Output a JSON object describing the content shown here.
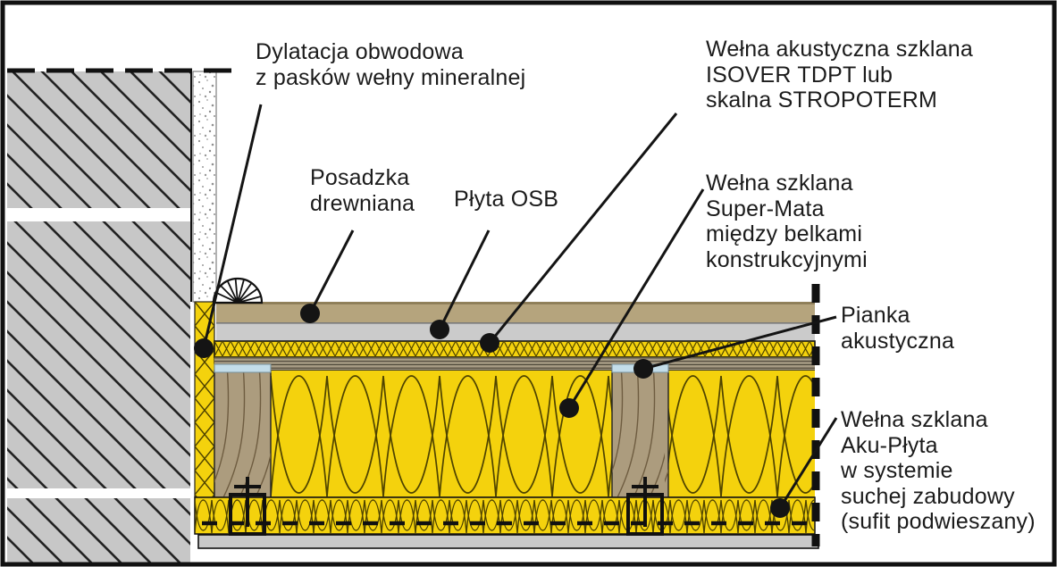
{
  "figure": {
    "type": "construction detail cross-section (wooden floor acoustic insulation)",
    "language": "pl"
  },
  "labels": {
    "dylatacja": "Dylatacja obwodowa\nz pasków wełny mineralnej",
    "isover": "Wełna akustyczna szklana\nISOVER TDPT lub\nskalna STROPOTERM",
    "posadzka": "Posadzka\ndrewniana",
    "osb": "Płyta OSB",
    "supermata": "Wełna szklana\nSuper-Mata\nmiędzy belkami\nkonstrukcyjnymi",
    "pianka": "Pianka\nakustyczna",
    "akuplyta": "Wełna szklana\nAku-Płyta\nw systemie\nsuchej zabudowy\n(sufit podwieszany)"
  },
  "colors": {
    "wool_yellow": "#f4d20d",
    "wood_floor": "#b5a47d",
    "osb_gray": "#cbcbcb",
    "battens": "#a89c85",
    "beam_wood": "#ac9c7e",
    "foam_blue": "#c3dde9",
    "wall_gray": "#c7c7c7",
    "ceiling_gray": "#c9c9c9",
    "line_black": "#141414"
  }
}
